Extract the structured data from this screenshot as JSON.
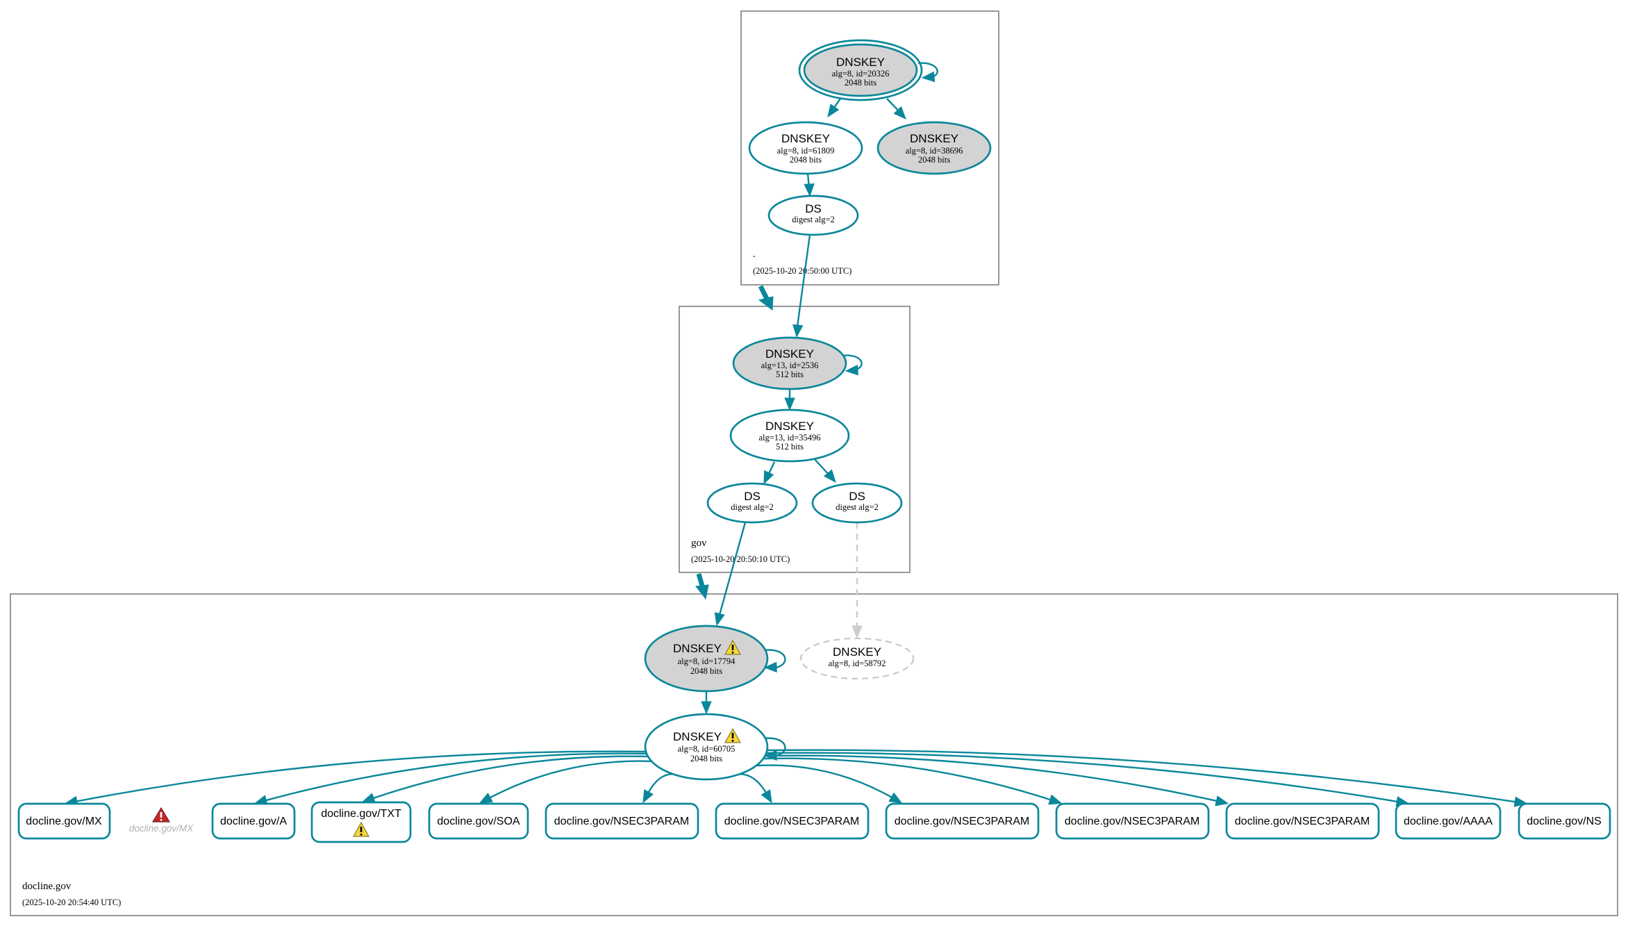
{
  "colors": {
    "edge": "#0a879a",
    "node_fill_sep": "#d3d3d3",
    "node_fill": "#ffffff",
    "missing": "#c8c8c8",
    "warning_fill": "#f5d63a",
    "error_fill": "#c0282d"
  },
  "zones": [
    {
      "id": "root",
      "name": ".",
      "timestamp": "(2025-10-20 20:50:00 UTC)"
    },
    {
      "id": "gov",
      "name": "gov",
      "timestamp": "(2025-10-20 20:50:10 UTC)"
    },
    {
      "id": "docline",
      "name": "docline.gov",
      "timestamp": "(2025-10-20 20:54:40 UTC)"
    }
  ],
  "nodes": [
    {
      "id": "root_ksk",
      "type": "DNSKEY",
      "line1": "alg=8, id=20326",
      "line2": "2048 bits",
      "sep": true,
      "trust_anchor": true
    },
    {
      "id": "root_zsk",
      "type": "DNSKEY",
      "line1": "alg=8, id=61809",
      "line2": "2048 bits"
    },
    {
      "id": "root_k3",
      "type": "DNSKEY",
      "line1": "alg=8, id=38696",
      "line2": "2048 bits",
      "sep": true
    },
    {
      "id": "root_ds",
      "type": "DS",
      "line1": "digest alg=2"
    },
    {
      "id": "gov_ksk",
      "type": "DNSKEY",
      "line1": "alg=13, id=2536",
      "line2": "512 bits",
      "sep": true
    },
    {
      "id": "gov_zsk",
      "type": "DNSKEY",
      "line1": "alg=13, id=35496",
      "line2": "512 bits"
    },
    {
      "id": "gov_ds1",
      "type": "DS",
      "line1": "digest alg=2"
    },
    {
      "id": "gov_ds2",
      "type": "DS",
      "line1": "digest alg=2"
    },
    {
      "id": "doc_ksk",
      "type": "DNSKEY",
      "line1": "alg=8, id=17794",
      "line2": "2048 bits",
      "sep": true,
      "warning": true
    },
    {
      "id": "doc_missing",
      "type": "DNSKEY",
      "line1": "alg=8, id=58792",
      "missing": true
    },
    {
      "id": "doc_zsk",
      "type": "DNSKEY",
      "line1": "alg=8, id=60705",
      "line2": "2048 bits",
      "warning": true
    }
  ],
  "rrsets": [
    {
      "label": "docline.gov/MX"
    },
    {
      "label": "docline.gov/A"
    },
    {
      "label": "docline.gov/TXT",
      "warning": true
    },
    {
      "label": "docline.gov/SOA"
    },
    {
      "label": "docline.gov/NSEC3PARAM"
    },
    {
      "label": "docline.gov/NSEC3PARAM"
    },
    {
      "label": "docline.gov/NSEC3PARAM"
    },
    {
      "label": "docline.gov/NSEC3PARAM"
    },
    {
      "label": "docline.gov/NSEC3PARAM"
    },
    {
      "label": "docline.gov/AAAA"
    },
    {
      "label": "docline.gov/NS"
    }
  ],
  "missing_rrset": {
    "label": "docline.gov/MX",
    "error": true
  }
}
